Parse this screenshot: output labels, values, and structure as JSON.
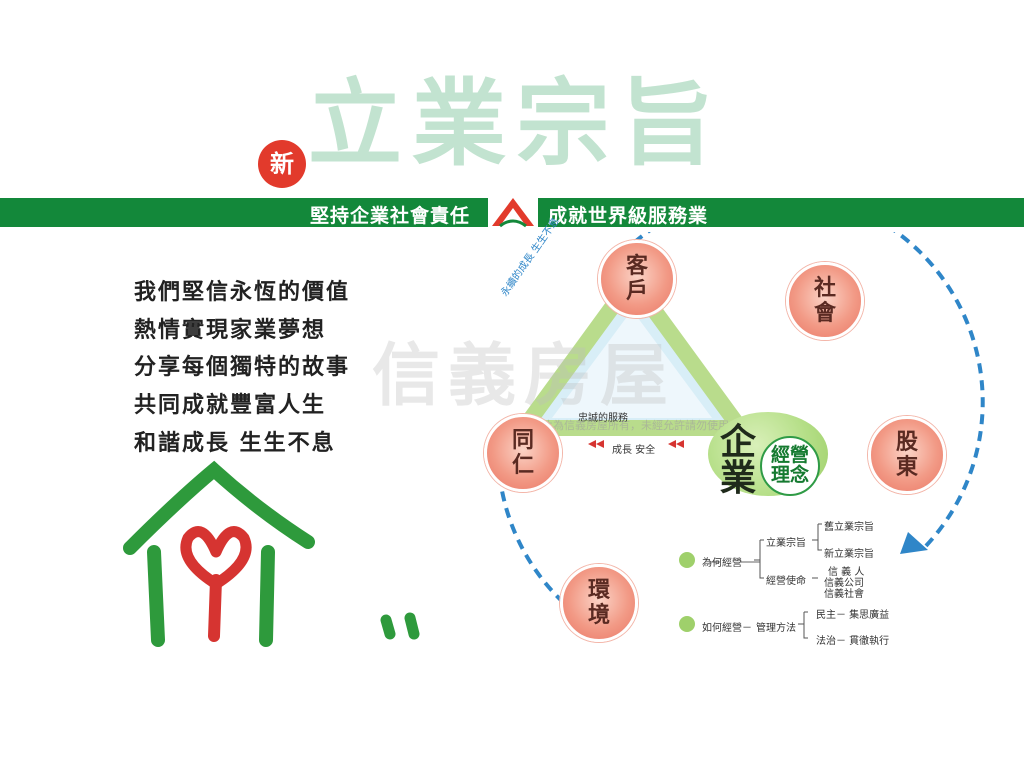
{
  "header": {
    "badge": "新",
    "title": "立業宗旨",
    "band_left": "堅持企業社會責任",
    "band_right": "成就世界級服務業"
  },
  "motto_lines": [
    "我們堅信永恆的價值",
    "熱情實現家業夢想",
    "分享每個獨特的故事",
    "共同成就豐富人生",
    "和諧成長 生生不息"
  ],
  "nodes": {
    "customer": [
      "客",
      "戶"
    ],
    "society": [
      "社",
      "會"
    ],
    "shareholder": [
      "股",
      "東"
    ],
    "colleague": [
      "同",
      "仁"
    ],
    "environment": [
      "環",
      "境"
    ],
    "enterprise": [
      "企",
      "業"
    ]
  },
  "core": {
    "line1": "經營",
    "line2": "理念"
  },
  "triangle": {
    "bottom": "成長 安全",
    "inner": "忠誠的服務",
    "arc_text": "永續的成長 生生不息"
  },
  "tree": {
    "why": "為何經營",
    "purpose": "立業宗旨",
    "purpose_old": "舊立業宗旨",
    "purpose_new": "新立業宗旨",
    "mission": "經營使命",
    "mission_items": [
      "信 義 人",
      "信義公司",
      "信義社會"
    ],
    "how": "如何經營－",
    "method": "管理方法",
    "m1": "民主－ 集思廣益",
    "m2": "法治－ 貫徹執行"
  },
  "watermark": {
    "brand": "信義房屋",
    "notice": "本照片為信義房屋所有，未經允許請勿使用，違者必究"
  },
  "colors": {
    "green": "#13883a",
    "title_green": "#c2e3d0",
    "red": "#e23a2c",
    "node_pink": "#f29a86"
  }
}
